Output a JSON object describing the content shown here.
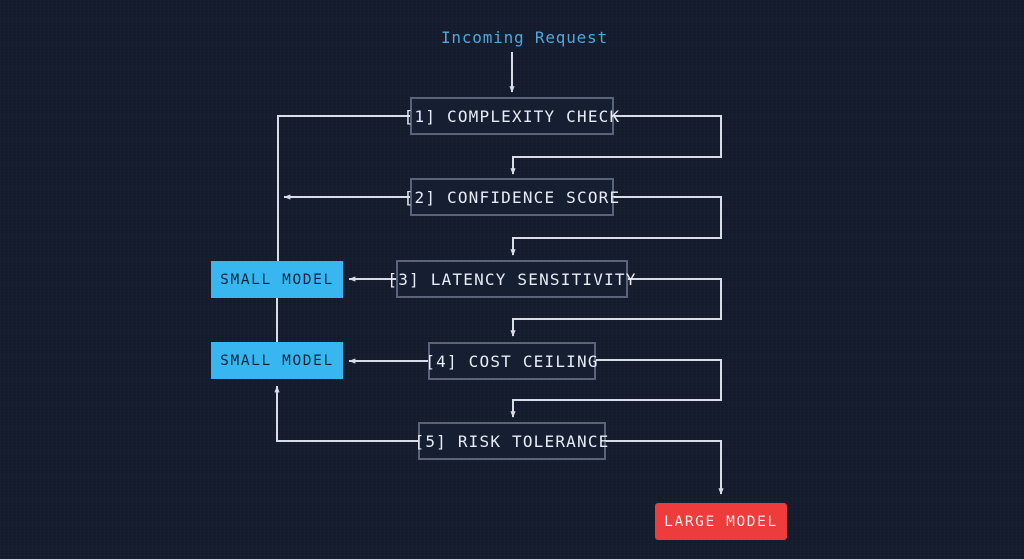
{
  "diagram": {
    "title": "Incoming Request",
    "entry_label": "Incoming Request",
    "colors": {
      "background": "#141b2d",
      "wire": "#d8dde8",
      "check_border": "#59637a",
      "check_fill": "#161e31",
      "check_text": "#e8ecf4",
      "entry_text": "#4fa8dc",
      "small_model_fill": "#38b6f0",
      "small_model_text": "#10203a",
      "large_model_fill": "#ee3b3b",
      "large_model_text": "#fdeaea"
    },
    "checks": [
      {
        "id": "complexity-check",
        "label": "[1] COMPLEXITY CHECK"
      },
      {
        "id": "confidence-score",
        "label": "[2] CONFIDENCE SCORE"
      },
      {
        "id": "latency-sensitivity",
        "label": "[3] LATENCY SENSITIVITY"
      },
      {
        "id": "cost-ceiling",
        "label": "[4] COST CEILING"
      },
      {
        "id": "risk-tolerance",
        "label": "[5] RISK TOLERANCE"
      }
    ],
    "terminals": [
      {
        "id": "small-model-upper",
        "label": "SMALL MODEL",
        "kind": "small"
      },
      {
        "id": "small-model-lower",
        "label": "SMALL MODEL",
        "kind": "small"
      },
      {
        "id": "large-model",
        "label": "LARGE MODEL",
        "kind": "large"
      }
    ]
  }
}
